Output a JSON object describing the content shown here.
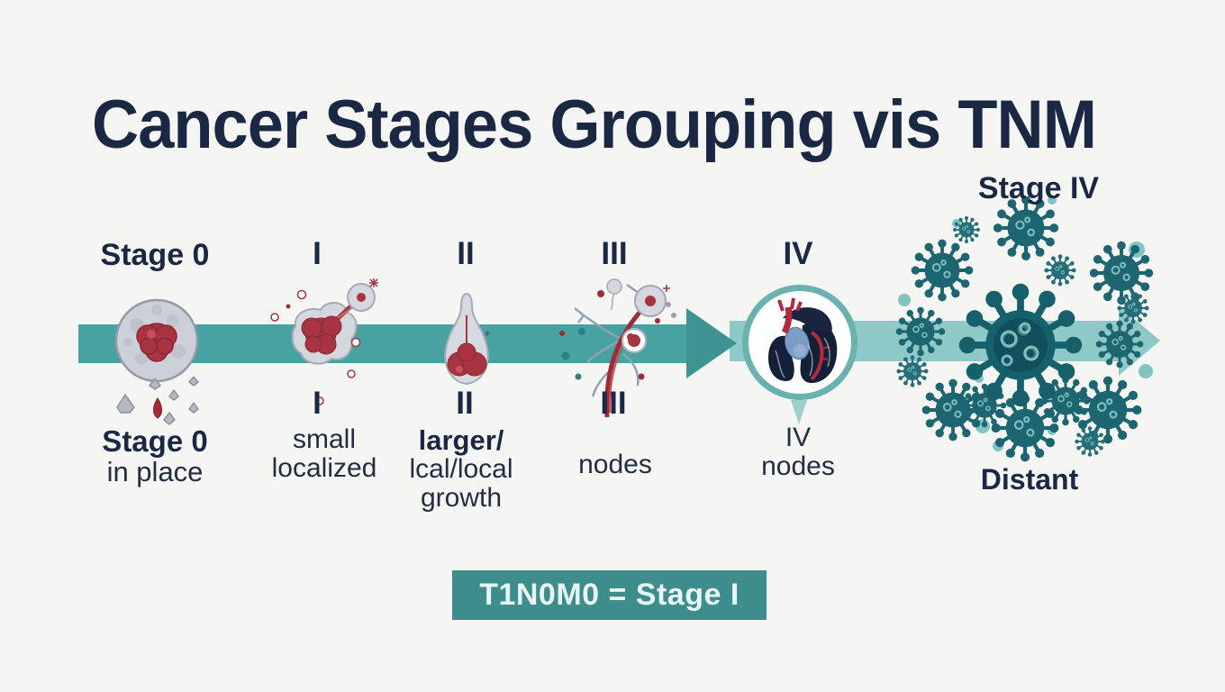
{
  "title": "Cancer Stages Grouping vis TNM",
  "stages": [
    {
      "top": "Stage 0",
      "numeral": "",
      "below": [
        "Stage 0",
        "in place"
      ],
      "icon": "carcinoma-in-situ-cell-icon"
    },
    {
      "top": "I",
      "numeral": "I",
      "below": [
        "small",
        "localized"
      ],
      "icon": "small-localized-tumor-icon"
    },
    {
      "top": "II",
      "numeral": "II",
      "below": [
        "larger/",
        "lcal/local",
        "growth"
      ],
      "icon": "local-growth-tumor-icon"
    },
    {
      "top": "III",
      "numeral": "III",
      "below": [
        "nodes"
      ],
      "icon": "lymph-node-vessels-icon"
    },
    {
      "top": "IV",
      "numeral": "IV",
      "below": [
        "nodes"
      ],
      "icon": "organ-magnifier-icon"
    },
    {
      "top": "Stage IV",
      "numeral": "",
      "below": [
        "Distant"
      ],
      "icon": "distant-metastasis-cells-icon"
    }
  ],
  "caption": {
    "formula": "T1N0M0 = Stage I"
  },
  "colors": {
    "background": "#f5f6f4",
    "arrow_primary": "#47a2a1",
    "arrow_head": "#3f9493",
    "arrow_light": "#8fc9c7",
    "text_navy": "#1b2843",
    "caption_bg": "#3e8d8d",
    "caption_text": "#e9f5f3",
    "virus_teal": "#1d6671",
    "tumor_red": "#a73440"
  }
}
